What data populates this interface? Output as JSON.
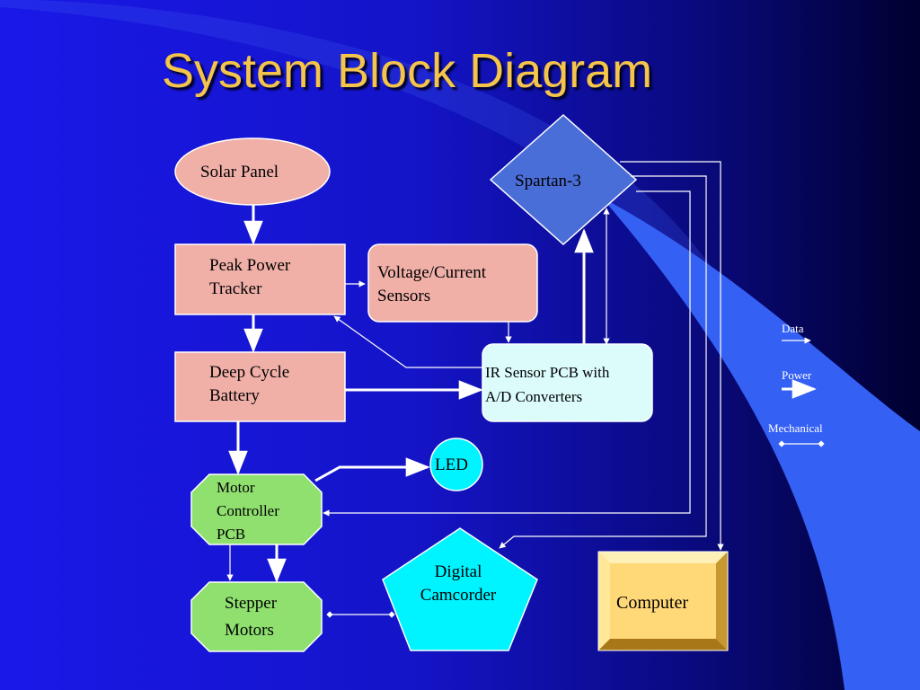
{
  "slide": {
    "title": "System Block Diagram"
  },
  "blocks": {
    "solar_panel": "Solar Panel",
    "spartan": "Spartan-3",
    "peak_tracker": "Peak Power\nTracker",
    "vc_sensors": "Voltage/Current\nSensors",
    "battery": "Deep Cycle\nBattery",
    "ir_pcb": "IR Sensor PCB with\nA/D Converters",
    "led": "LED",
    "motor_pcb": "Motor\nController\nPCB",
    "camcorder": "Digital\nCamcorder",
    "computer": "Computer",
    "stepper": "Stepper\nMotors"
  },
  "legend": {
    "data": "Data",
    "power": "Power",
    "mechanical": "Mechanical"
  },
  "colors": {
    "bg_left": "#1a18e8",
    "bg_right": "#000038",
    "title": "#f5c44a",
    "salmon": "#f0b0a8",
    "green": "#90e070",
    "cyan": "#00f4ff",
    "light_cyan": "#dcfcfc",
    "diamond": "#4a6ed8",
    "computer": "#ffd878",
    "sweep": "#3a5af0"
  }
}
